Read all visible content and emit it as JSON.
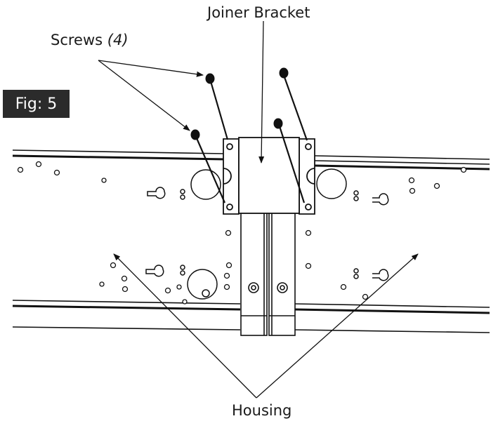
{
  "labels": {
    "joiner_bracket": "Joiner Bracket",
    "screws": "Screws",
    "screws_count": "(4)",
    "housing": "Housing",
    "fig": "Fig: 5"
  }
}
